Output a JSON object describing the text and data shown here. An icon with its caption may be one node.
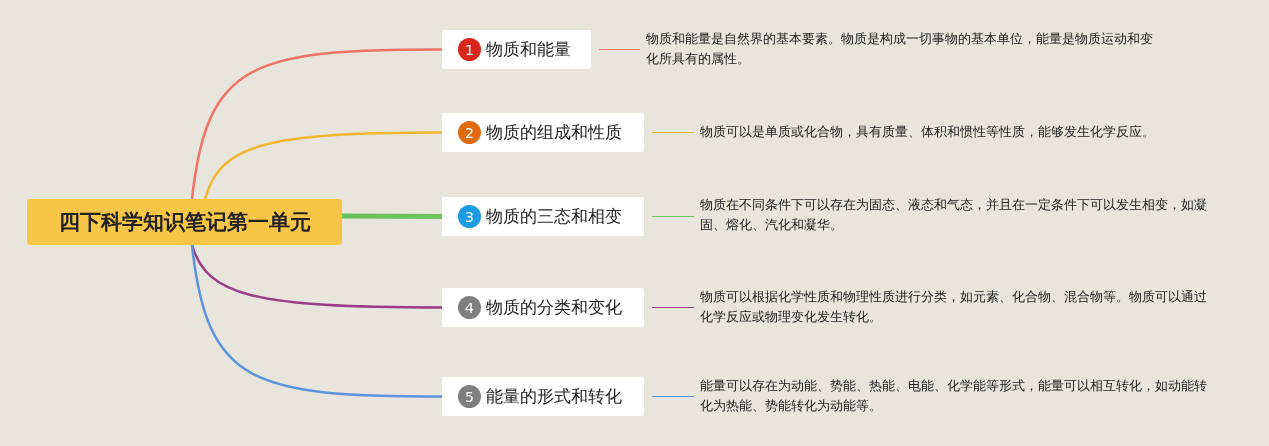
{
  "diagram": {
    "nodes": [
      {
        "text": [
          "四下科学知识笔记第一单元"
        ]
      },
      {
        "text": [
          "1",
          "物质和能量"
        ]
      },
      {
        "text": [
          "2",
          "物质的组成和性质"
        ]
      },
      {
        "text": [
          "3",
          "物质的三态和相变"
        ]
      },
      {
        "text": [
          "4",
          "物质的分类和变化"
        ]
      },
      {
        "text": [
          "5",
          "能量的形式和转化"
        ]
      },
      {
        "text": [
          "物质和能量是自然界的基本要素。物质是构成一切事物的基本单位，能量是物质运动和变化所具有的属性。"
        ]
      },
      {
        "text": [
          "物质可以是单质或化合物，具有质量、体积和惯性等性质，能够发生化学反应。"
        ]
      },
      {
        "text": [
          "物质在不同条件下可以存在为固态、液态和气态，并且在一定条件下可以发生相变，如凝固、熔化、汽化和凝华。"
        ]
      },
      {
        "text": [
          "物质可以根据化学性质和物理性质进行分类，如元素、化合物、混合物等。物质可以通过化学反应或物理变化发生转化。"
        ]
      },
      {
        "text": [
          "能量可以存在为动能、势能、热能、电能、化学能等形式，能量可以相互转化，如动能转化为热能、势能转化为动能等。"
        ]
      }
    ],
    "edges": [
      {
        "from": 0,
        "to": 1,
        "arrow": "none",
        "color": "#f07466"
      },
      {
        "from": 0,
        "to": 2,
        "arrow": "none",
        "color": "#f2b731"
      },
      {
        "from": 0,
        "to": 3,
        "arrow": "none",
        "style": "thick",
        "color": "#6cc25a"
      },
      {
        "from": 0,
        "to": 4,
        "arrow": "none",
        "color": "#9a3d86"
      },
      {
        "from": 0,
        "to": 5,
        "arrow": "none",
        "color": "#5b93dc"
      },
      {
        "from": 1,
        "to": 6,
        "arrow": "none",
        "color": "#f07466"
      },
      {
        "from": 2,
        "to": 7,
        "arrow": "none",
        "color": "#f2b731"
      },
      {
        "from": 3,
        "to": 8,
        "arrow": "none",
        "color": "#6cc25a"
      },
      {
        "from": 4,
        "to": 9,
        "arrow": "none",
        "color": "#9a3d86"
      },
      {
        "from": 5,
        "to": 10,
        "arrow": "none",
        "color": "#5b93dc"
      }
    ]
  }
}
